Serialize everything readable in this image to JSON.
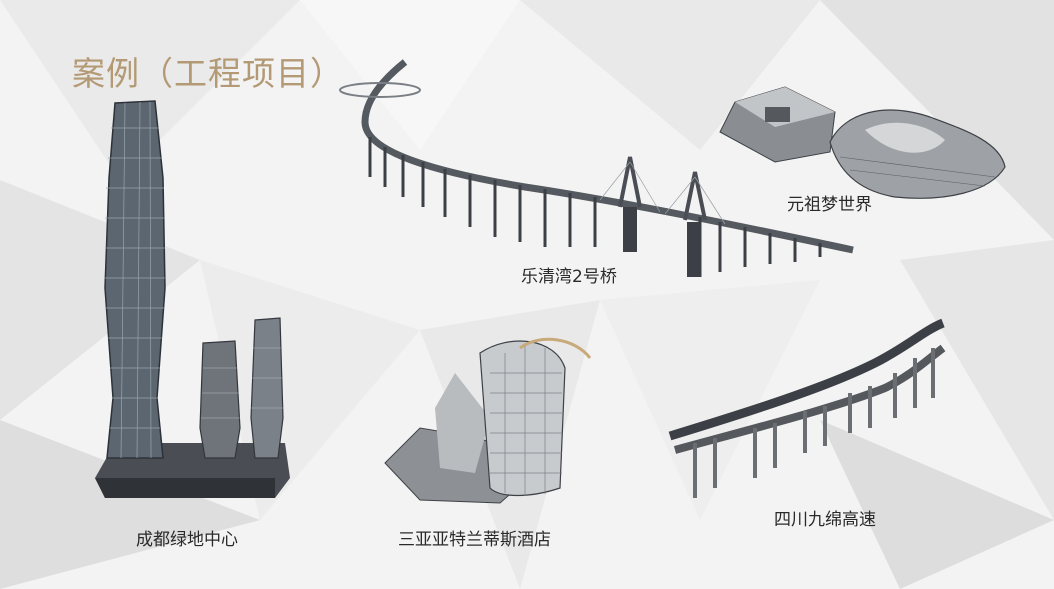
{
  "slide": {
    "title": "案例（工程项目）",
    "accent_color": "#b39a74",
    "projects": [
      {
        "name": "成都绿地中心",
        "icon": "skyscraper-model"
      },
      {
        "name": "乐清湾2号桥",
        "icon": "cable-stayed-bridge-model"
      },
      {
        "name": "元祖梦世界",
        "icon": "theme-park-building-model"
      },
      {
        "name": "三亚亚特兰蒂斯酒店",
        "icon": "resort-hotel-model"
      },
      {
        "name": "四川九绵高速",
        "icon": "elevated-highway-model"
      }
    ]
  }
}
